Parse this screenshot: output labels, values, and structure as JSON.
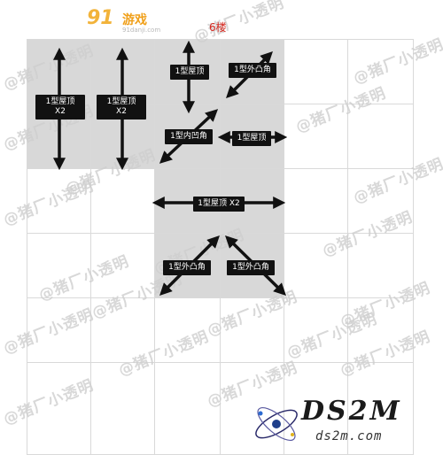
{
  "header": {
    "logo_number": "91",
    "logo_text": "游戏",
    "logo_url": "91danji.com",
    "floor_label": "6楼"
  },
  "watermark": "@猪厂小透明",
  "labels": {
    "roof_x2_left": "1型屋顶\nX2",
    "roof_x2_mid": "1型屋顶\nX2",
    "roof_top": "1型屋顶",
    "outer_corner_top": "1型外凸角",
    "inner_corner": "1型内凹角",
    "roof_right": "1型屋顶",
    "roof_x2_horizontal": "1型屋顶 X2",
    "outer_corner_bottom_left": "1型外凸角",
    "outer_corner_bottom_right": "1型外凸角"
  },
  "footer_logo": {
    "title": "DS2M",
    "url": "ds2m.com"
  },
  "colors": {
    "floor_label": "#d6281f",
    "shade": "#d8d8d8",
    "label_bg": "#111111",
    "grid_line": "#d9d9d9"
  }
}
